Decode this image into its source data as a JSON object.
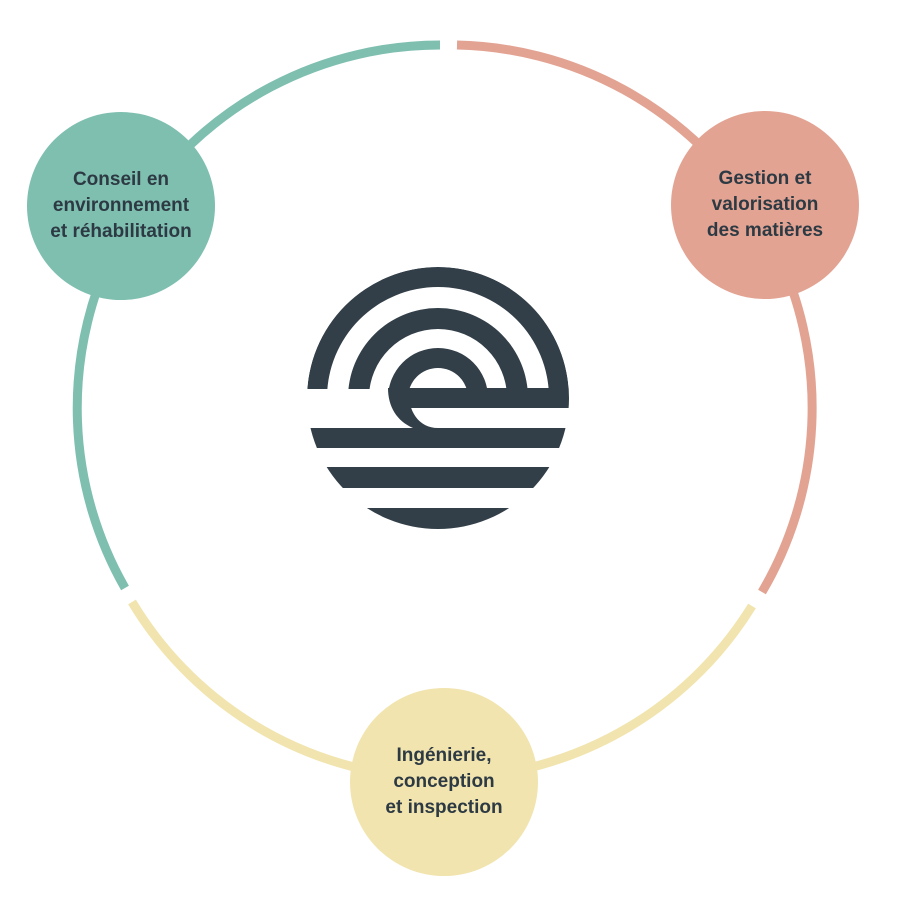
{
  "diagram": {
    "type": "cycle",
    "colors": {
      "teal": "#7ebfb0",
      "salmon": "#e3a393",
      "yellow": "#f1e4ae",
      "text": "#2d3a43",
      "logo": "#323f48"
    },
    "nodes": [
      {
        "id": "conseil",
        "lines": [
          "Conseil en",
          "environnement",
          "et réhabilitation"
        ],
        "color": "#7ebfb0",
        "position": "top-left"
      },
      {
        "id": "gestion",
        "lines": [
          "Gestion et",
          "valorisation",
          "des matières"
        ],
        "color": "#e3a393",
        "position": "top-right"
      },
      {
        "id": "ingenierie",
        "lines": [
          "Ingénierie,",
          "conception",
          "et inspection"
        ],
        "color": "#f1e4ae",
        "position": "bottom"
      }
    ],
    "center_logo": "company-logo-icon"
  }
}
